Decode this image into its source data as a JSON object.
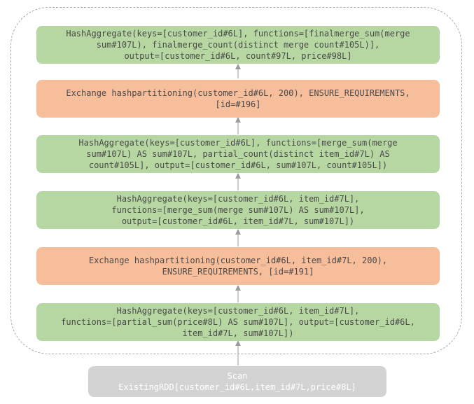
{
  "nodes": [
    {
      "id": "n1",
      "kind": "green",
      "lines": [
        "HashAggregate(keys=[customer_id#6L], functions=[finalmerge_sum(merge",
        "sum#107L), finalmerge_count(distinct merge count#105L)],",
        "output=[customer_id#6L, count#97L, price#98L]"
      ]
    },
    {
      "id": "n2",
      "kind": "orange",
      "lines": [
        "Exchange hashpartitioning(customer_id#6L, 200), ENSURE_REQUIREMENTS,",
        "[id=#196]"
      ]
    },
    {
      "id": "n3",
      "kind": "green",
      "lines": [
        "HashAggregate(keys=[customer_id#6L], functions=[merge_sum(merge",
        "sum#107L) AS sum#107L, partial_count(distinct item_id#7L) AS",
        "count#105L], output=[customer_id#6L, sum#107L, count#105L])"
      ]
    },
    {
      "id": "n4",
      "kind": "green",
      "lines": [
        "HashAggregate(keys=[customer_id#6L, item_id#7L],",
        "functions=[merge_sum(merge sum#107L) AS sum#107L],",
        "output=[customer_id#6L, item_id#7L, sum#107L])"
      ]
    },
    {
      "id": "n5",
      "kind": "orange",
      "lines": [
        "Exchange hashpartitioning(customer_id#6L, item_id#7L, 200),",
        "ENSURE_REQUIREMENTS, [id=#191]"
      ]
    },
    {
      "id": "n6",
      "kind": "green",
      "lines": [
        "HashAggregate(keys=[customer_id#6L, item_id#7L],",
        "functions=[partial_sum(price#8L) AS sum#107L], output=[customer_id#6L,",
        "item_id#7L, sum#107L])"
      ]
    },
    {
      "id": "n7",
      "kind": "gray",
      "lines": [
        "Scan",
        "ExistingRDD[customer_id#6L,item_id#7L,price#8L]"
      ]
    }
  ],
  "edges": [
    {
      "from": "n7",
      "to": "n6"
    },
    {
      "from": "n6",
      "to": "n5"
    },
    {
      "from": "n5",
      "to": "n4"
    },
    {
      "from": "n4",
      "to": "n3"
    },
    {
      "from": "n3",
      "to": "n2"
    },
    {
      "from": "n2",
      "to": "n1"
    }
  ],
  "colors": {
    "green": "#b6d7a1",
    "orange": "#f7be9c",
    "gray": "#d3d3d3",
    "arrow": "#9a9a9a",
    "border": "#a9a9a9"
  }
}
